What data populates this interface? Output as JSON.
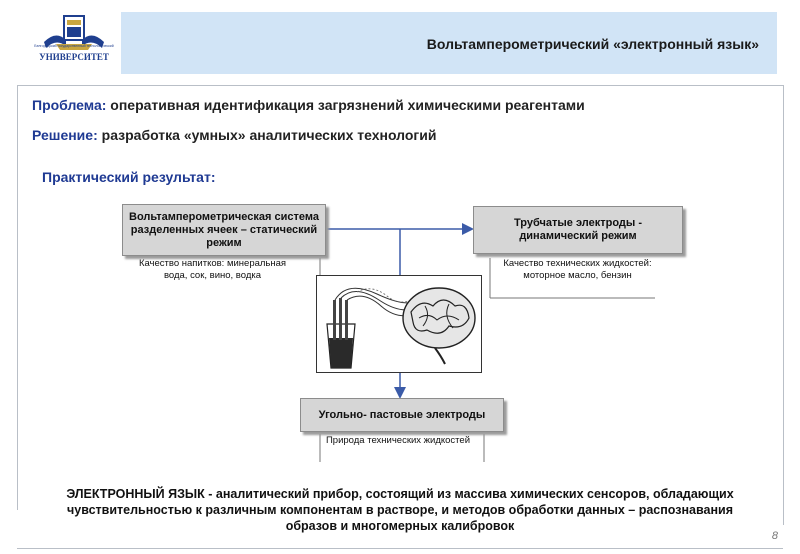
{
  "logo": {
    "small_text": "Белгородский государственный технологический",
    "name": "УНИВЕРСИТЕТ"
  },
  "header": {
    "title": "Вольтамперометрический «электронный язык»"
  },
  "problem": {
    "label": "Проблема:",
    "text": "оперативная идентификация загрязнений химическими реагентами"
  },
  "solution": {
    "label": "Решение:",
    "text": "разработка «умных» аналитических технологий"
  },
  "practical": {
    "label": "Практический результат:"
  },
  "boxes": {
    "left": {
      "title": "Вольтамперометрическая система разделенных ячеек – статический режим",
      "note": "Качество напитков: минеральная вода, сок, вино, водка"
    },
    "right": {
      "title": "Трубчатые электроды - динамический режим",
      "note": "Качество технических жидкостей: моторное масло, бензин"
    },
    "bottom": {
      "title": "Угольно- пастовые электроды",
      "note": "Природа технических жидкостей"
    }
  },
  "footer": {
    "text": "ЭЛЕКТРОННЫЙ ЯЗЫК - аналитический прибор, состоящий из массива химических сенсоров, обладающих чувствительностью к различным компонентам в растворе, и методов обработки данных – распознавания образов и многомерных калибровок"
  },
  "page": {
    "number": "8"
  },
  "colors": {
    "title_bar": "#d1e4f6",
    "label_blue": "#1f3a93",
    "arrow_blue": "#3b5ba8",
    "box_gray": "#d6d6d6"
  }
}
